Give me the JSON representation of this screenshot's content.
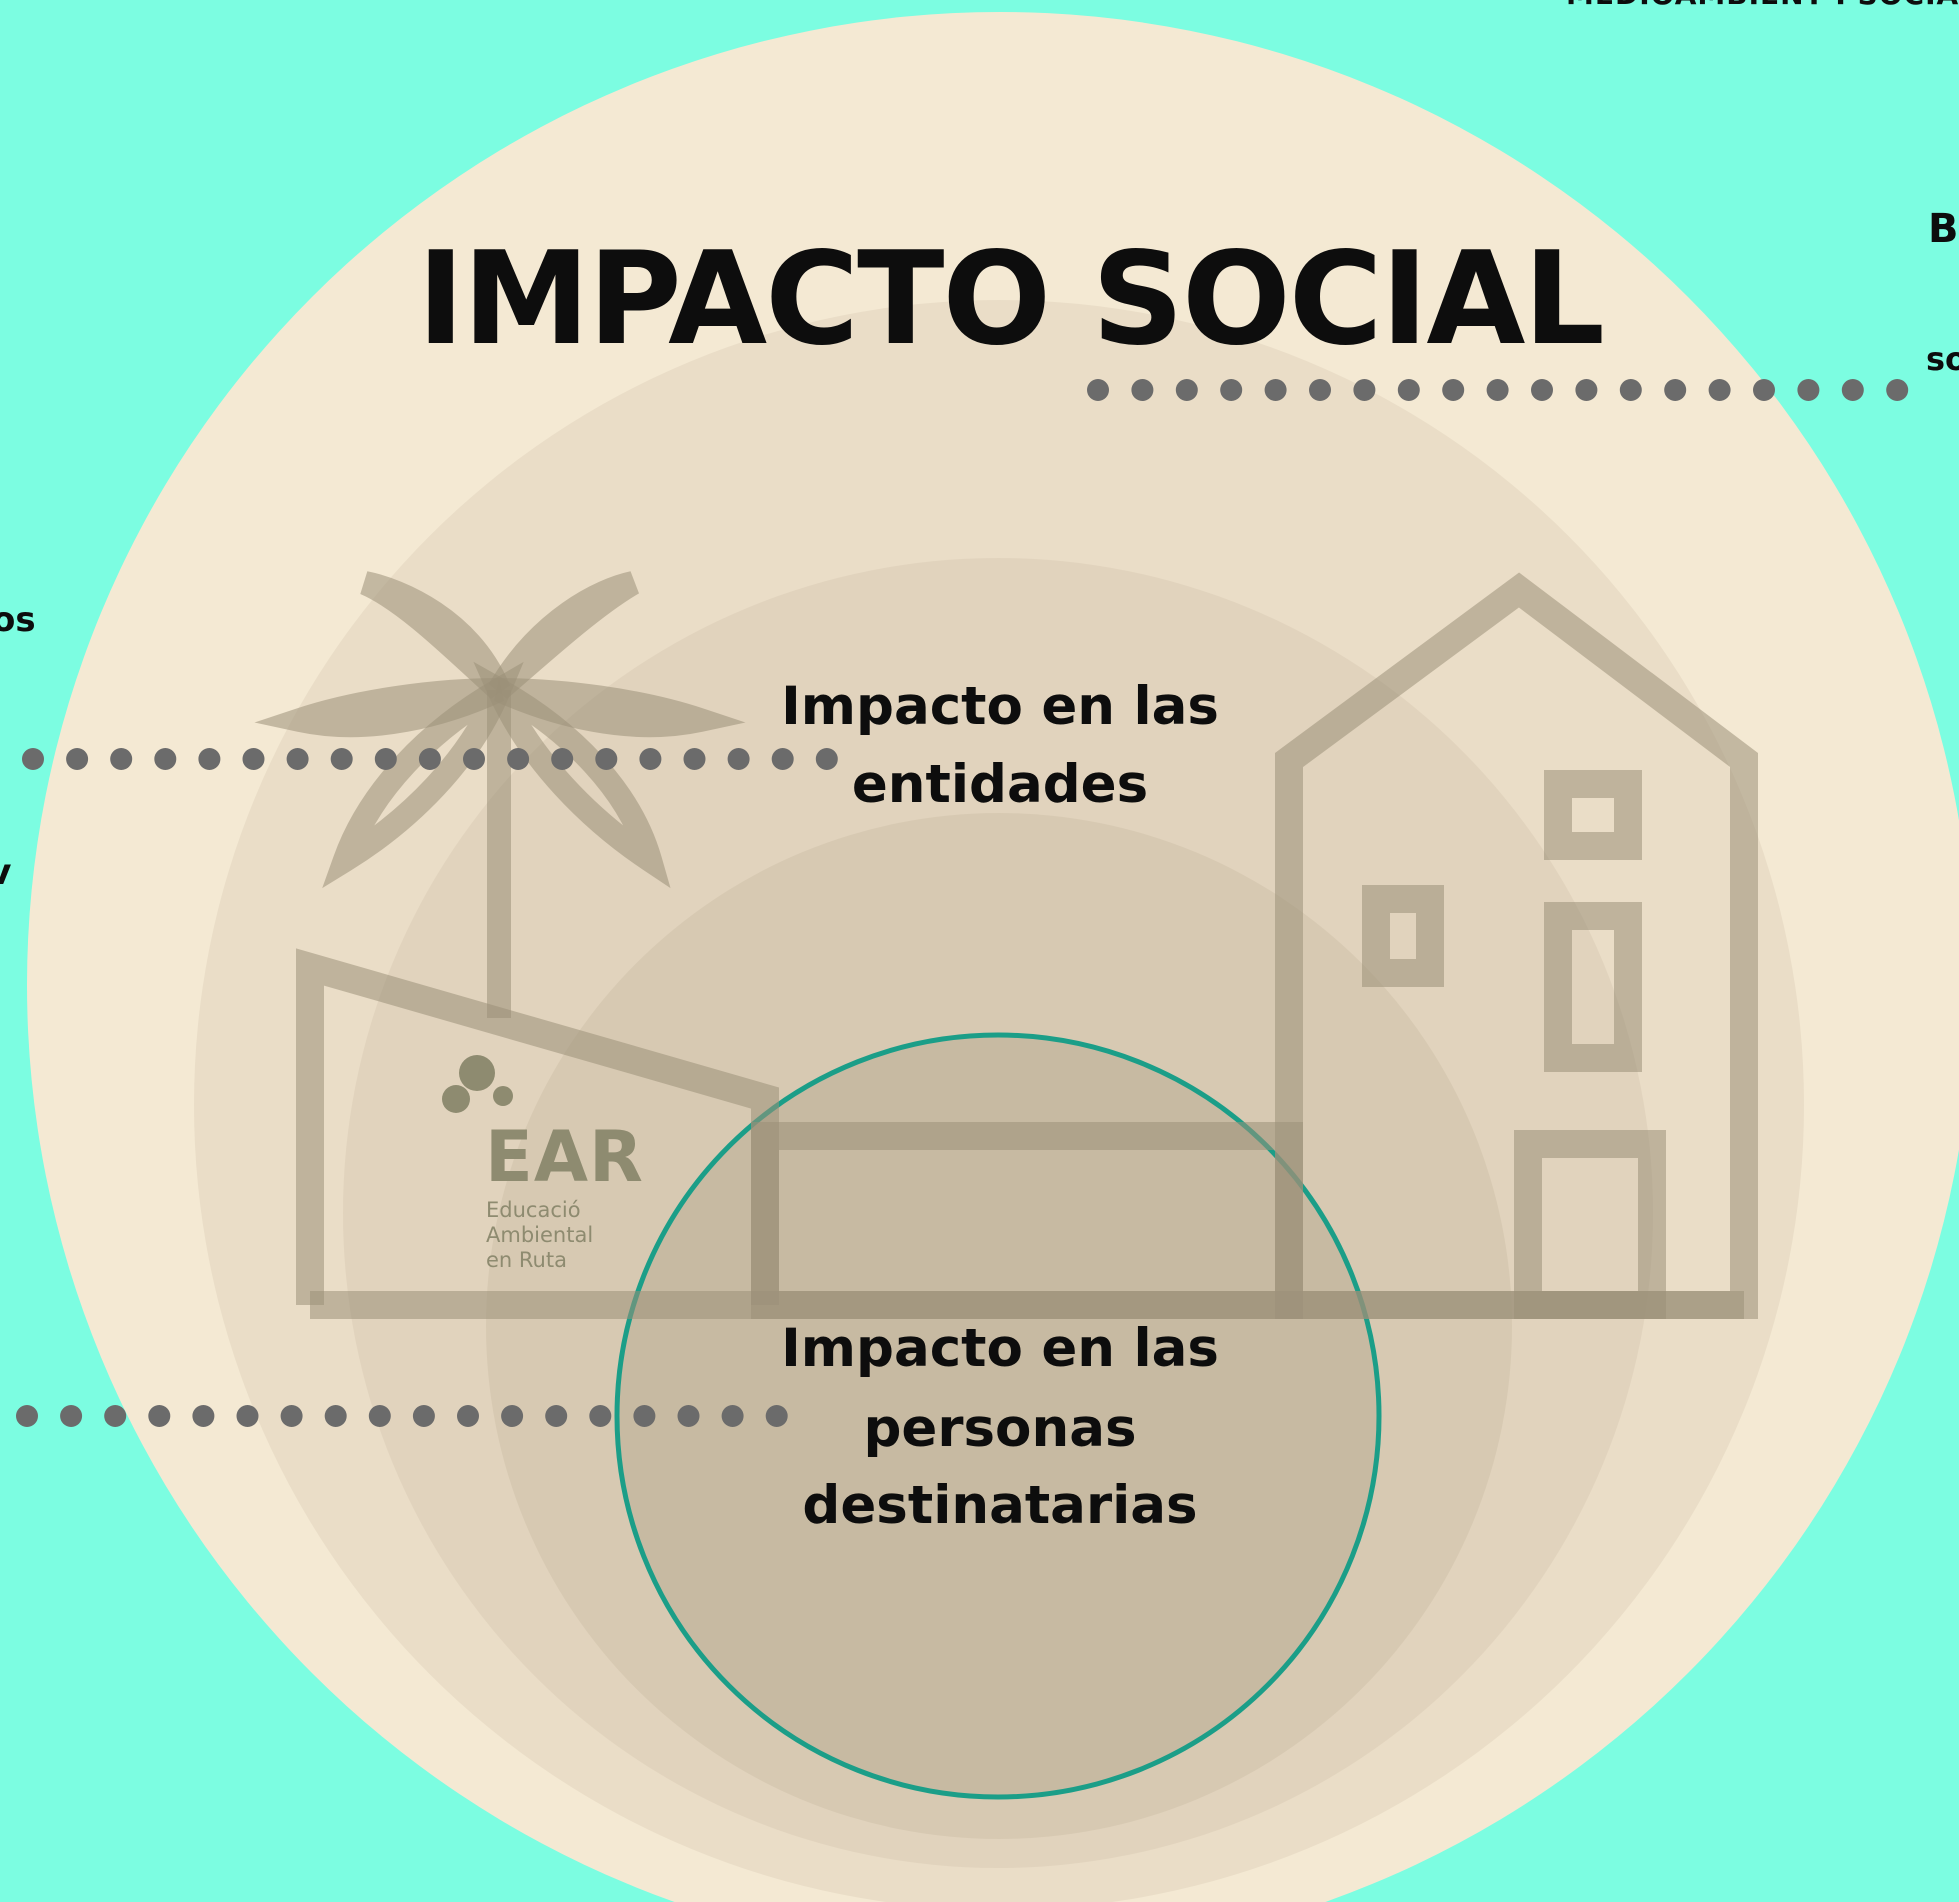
{
  "title": "IMPACTO SOCIAL",
  "labels": {
    "entities": [
      "Impacto en las",
      "entidades"
    ],
    "recipients": [
      "Impacto en las",
      "personas",
      "destinatarias"
    ]
  },
  "edge_fragments": {
    "top_right_cut": "MEDIOAMBIENT I SOCIAL",
    "right_b": "B",
    "right_so": "so",
    "left_os": "os",
    "left_v": "v"
  },
  "logo": {
    "mark": "EAR",
    "subtitle": [
      "Educació",
      "Ambiental",
      "en Ruta"
    ]
  },
  "colors": {
    "background": "#7cfde1",
    "outer_circle": "#f4e9d3",
    "inner_ring": "#1b9e88",
    "dots": "#6b6b6b",
    "illustration": "#9a9078",
    "logo": "#8e8b70"
  },
  "icons": [
    "palm-tree-icon",
    "house-icon",
    "logo-dots-icon"
  ]
}
